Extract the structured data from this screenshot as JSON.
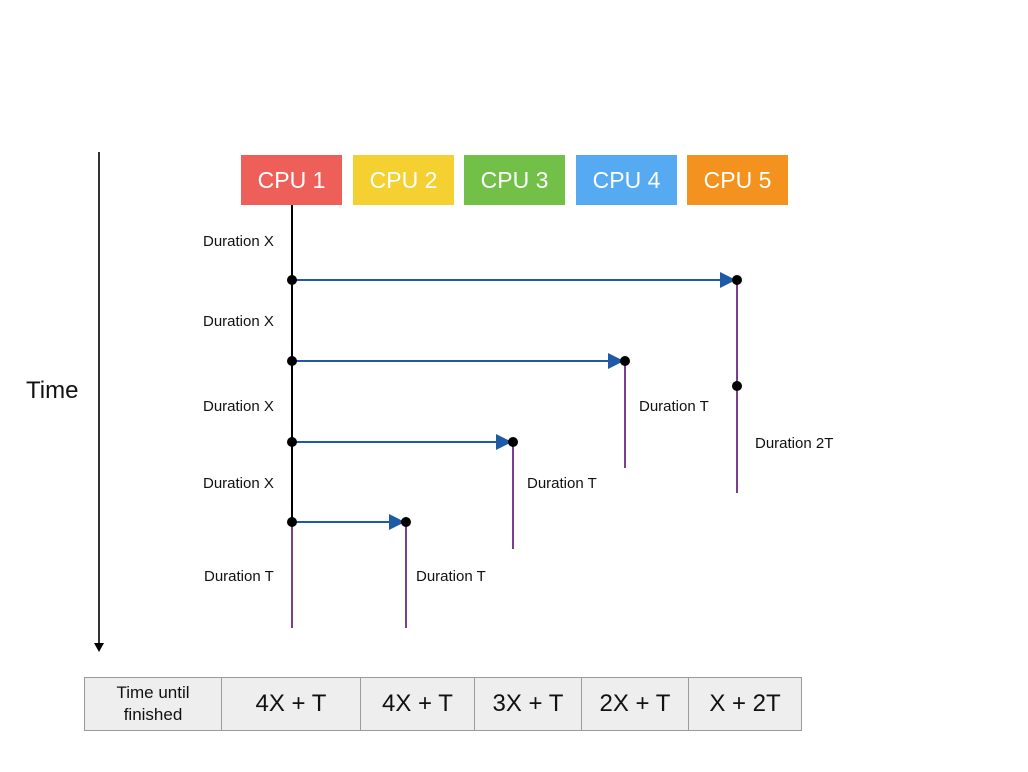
{
  "axis": {
    "label": "Time"
  },
  "cpus": [
    {
      "label": "CPU 1",
      "color": "#ef5f5a"
    },
    {
      "label": "CPU 2",
      "color": "#f4d030"
    },
    {
      "label": "CPU 3",
      "color": "#72c048"
    },
    {
      "label": "CPU 4",
      "color": "#55aaf2"
    },
    {
      "label": "CPU 5",
      "color": "#f3921f"
    }
  ],
  "cpu1_segments": [
    "Duration X",
    "Duration X",
    "Duration X",
    "Duration X",
    "Duration T"
  ],
  "worker_durations": {
    "cpu2": "Duration T",
    "cpu3": "Duration T",
    "cpu4": "Duration T",
    "cpu5": "Duration 2T"
  },
  "colors": {
    "arrow": "#1f5aa6",
    "duration_line": "#7a3f8a",
    "main_line": "#000000"
  },
  "summary": {
    "header": "Time until finished",
    "header_line1": "Time until",
    "header_line2": "finished",
    "values": [
      "4X + T",
      "4X + T",
      "3X + T",
      "2X + T",
      "X + 2T"
    ]
  }
}
